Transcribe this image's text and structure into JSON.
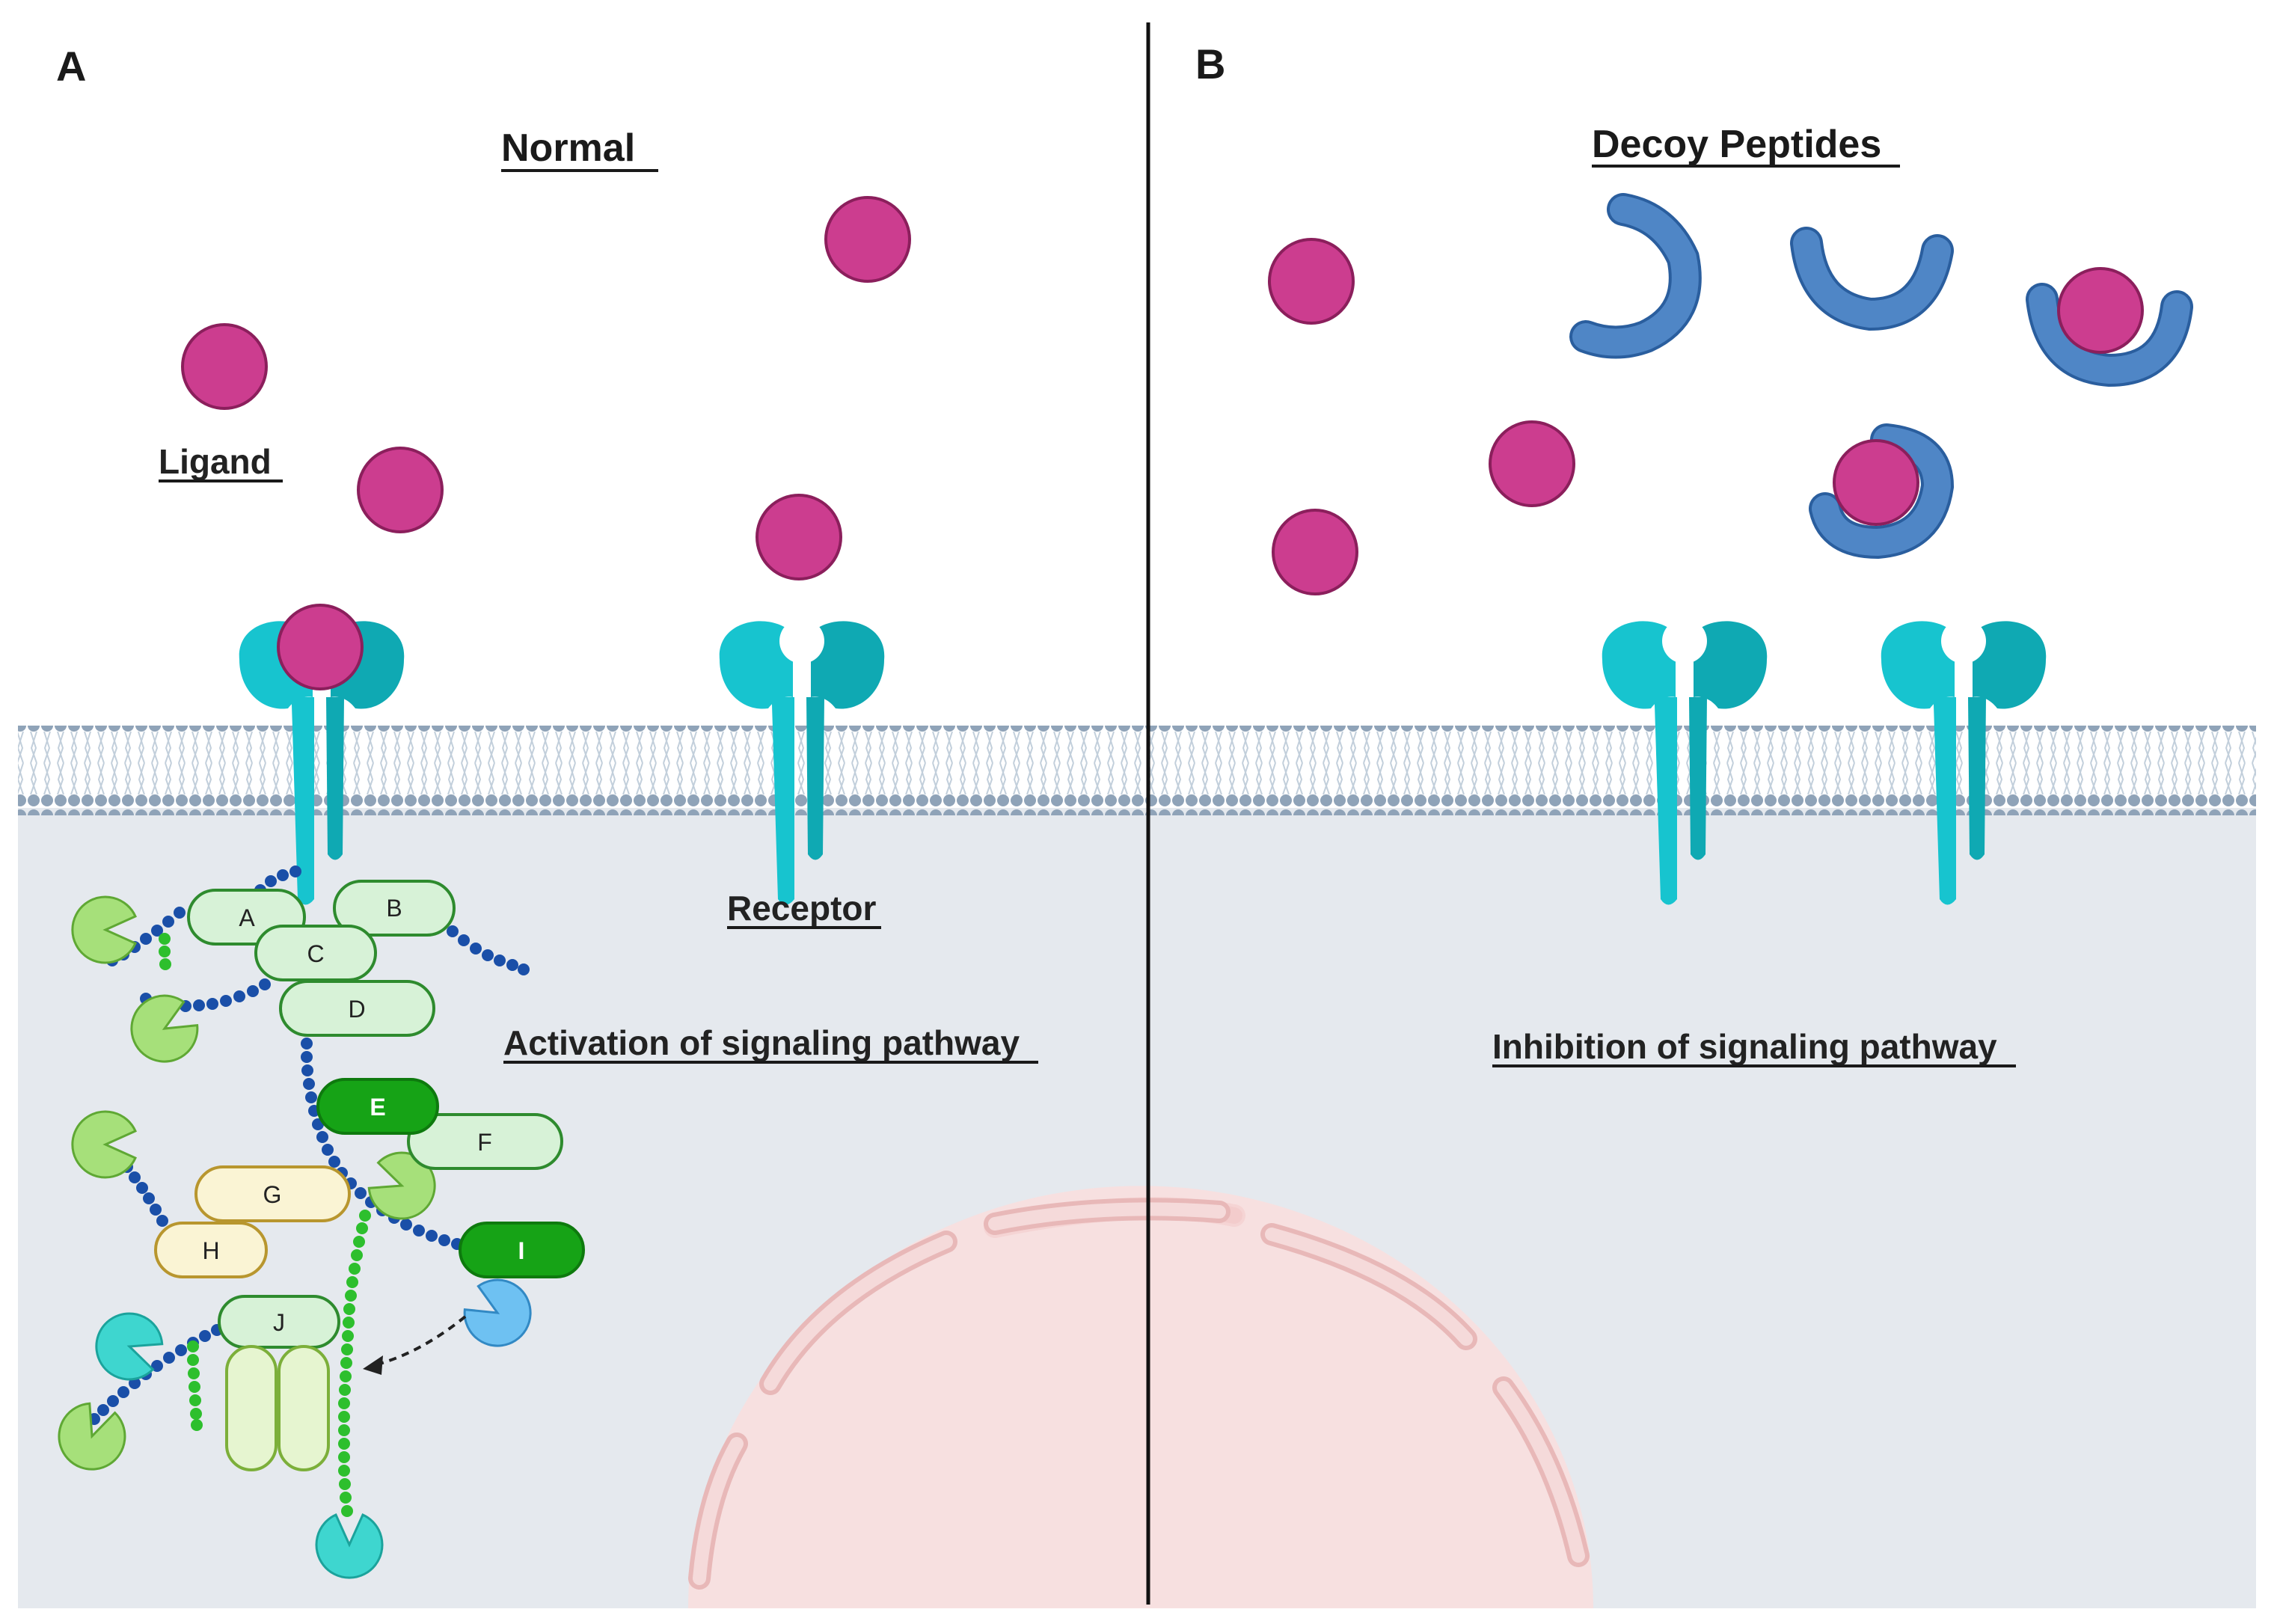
{
  "panels": [
    {
      "letter": "A",
      "title": "Normal",
      "ligand_label": "Ligand",
      "receptor_label": "Receptor",
      "pathway_label": "Activation of signaling pathway"
    },
    {
      "letter": "B",
      "title": "Decoy Peptides",
      "pathway_label": "Inhibition of signaling pathway"
    }
  ],
  "proteins": [
    "A",
    "B",
    "C",
    "D",
    "E",
    "F",
    "G",
    "H",
    "I",
    "J"
  ],
  "colors": {
    "ligand": "#CC3D8F",
    "ligand_stroke": "#8B1F5C",
    "receptor": "#17C4CF",
    "receptor_dark": "#0FA9B3",
    "decoy": "#4F86C6",
    "decoy_stroke": "#2A5E9E",
    "membrane_head": "#8FA3B8",
    "cytoplasm": "#E5E9EE",
    "nucleus_fill": "#F7E0E0",
    "nucleus_stroke": "#D9A0A0",
    "protein_light": "#D7F2D7",
    "protein_dark": "#16A316",
    "protein_tan": "#FAF4D4",
    "chain_blue": "#1A4FA8",
    "chain_green": "#2DBF2D"
  }
}
